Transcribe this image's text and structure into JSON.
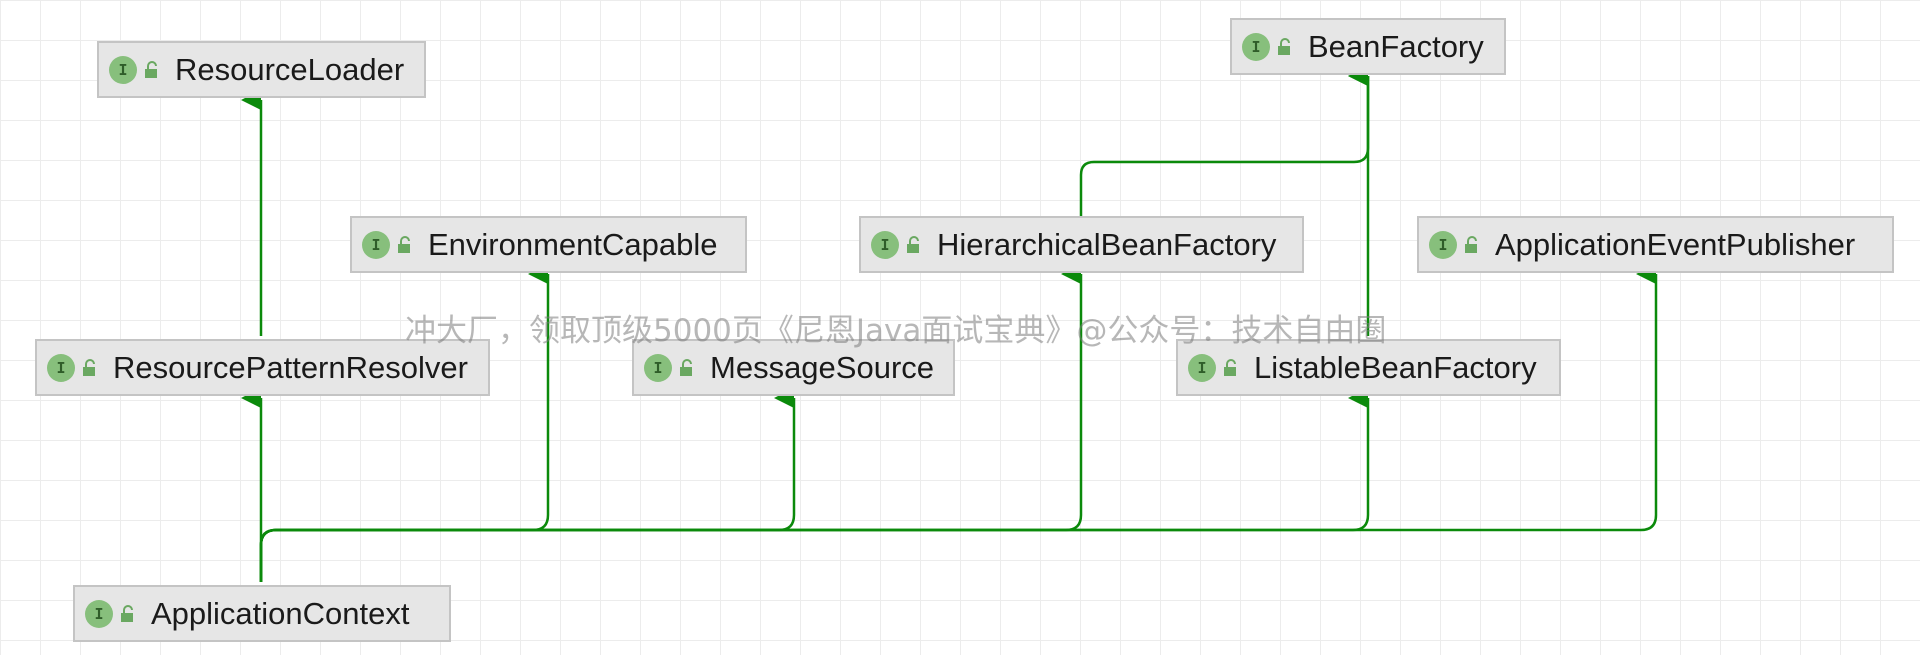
{
  "diagram": {
    "interface_badge": "I",
    "interfaces": {
      "resource_loader": "ResourceLoader",
      "bean_factory": "BeanFactory",
      "environment_capable": "EnvironmentCapable",
      "hierarchical_bean_factory": "HierarchicalBeanFactory",
      "application_event_publisher": "ApplicationEventPublisher",
      "resource_pattern_resolver": "ResourcePatternResolver",
      "message_source": "MessageSource",
      "listable_bean_factory": "ListableBeanFactory",
      "application_context": "ApplicationContext"
    },
    "watermark": "冲大厂，领取顶级5000页《尼恩Java面试宝典》@公众号：技术自由圈",
    "colors": {
      "edge": "#0b8a0b",
      "badge": "#87bf7c",
      "node_bg": "#e6e6e6"
    }
  }
}
